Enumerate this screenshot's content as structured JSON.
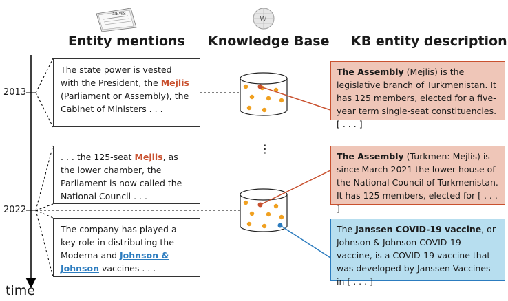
{
  "titles": {
    "mentions": "Entity mentions",
    "kb": "Knowledge Base",
    "description": "KB entity description"
  },
  "timeline": {
    "year_2013": "2013",
    "year_2022": "2022",
    "axis_label": "time",
    "ellipsis": "⋮"
  },
  "icons": {
    "newspaper_text": "NEWS",
    "wikipedia_globe": "wikipedia-globe-icon"
  },
  "mentions": [
    {
      "before": "The state power is vested with the President, the ",
      "mention": "Mejlis",
      "after": " (Parliament or Assembly), the Cabinet of Ministers . . ."
    },
    {
      "before": ". . . the 125-seat ",
      "mention": "Mejlis",
      "after": ", as the lower chamber, the Parliament is now called the National Council . . ."
    },
    {
      "before": "The company has played a key role in distributing the Moderna and ",
      "mention": "Johnson & Johnson",
      "after": " vaccines . . ."
    }
  ],
  "descriptions": [
    {
      "lead": "",
      "entity": "The Assembly",
      "text": " (Mejlis) is the legislative branch of Turkmenistan. It has 125 members, elected for a five-year term single-seat constituencies. [ . . . ]"
    },
    {
      "lead": "",
      "entity": "The Assembly",
      "text": " (Turkmen: Mejlis) is since March 2021 the lower house of the National Council of Turkmenistan. It has 125 members, elected for [ . . . ]"
    },
    {
      "lead": "The ",
      "entity": "Janssen COVID-19 vaccine",
      "text": ", or Johnson & Johnson COVID-19 vaccine, is a COVID-19 vaccine that was developed by Janssen Vaccines in [ . . . ]"
    }
  ],
  "colors": {
    "red": "#c9512f",
    "blue": "#2c7cbf",
    "red_fill": "#efc6b8",
    "blue_fill": "#b7deef",
    "dot": "#f0a020"
  }
}
